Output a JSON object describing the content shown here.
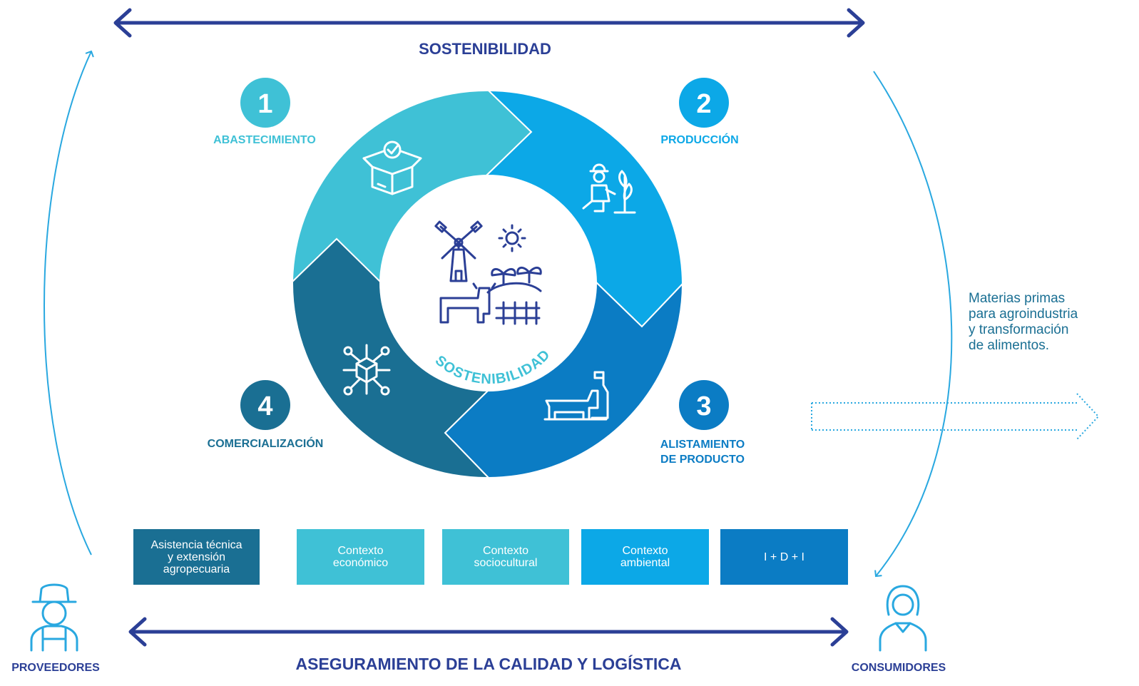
{
  "top_title": "SOSTENIBILIDAD",
  "bottom_title": "ASEGURAMIENTO DE LA CALIDAD Y LOGÍSTICA",
  "center_label": "SOSTENIBILIDAD",
  "stages": [
    {
      "number": "1",
      "label": "ABASTECIMIENTO",
      "color": "#3fc1d6",
      "icon": "box-check-icon"
    },
    {
      "number": "2",
      "label": "PRODUCCIÓN",
      "color": "#0ca8e7",
      "icon": "farmer-plant-icon"
    },
    {
      "number": "3",
      "label": "ALISTAMIENTO\nDE PRODUCTO",
      "color": "#0b7cc4",
      "icon": "cow-milk-icon"
    },
    {
      "number": "4",
      "label": "COMERCIALIZACIÓN",
      "color": "#1a6f93",
      "icon": "network-cube-icon"
    }
  ],
  "center_icon": "farm-windmill-icon",
  "actors": {
    "left": {
      "label": "PROVEEDORES",
      "icon": "farmer-icon"
    },
    "right": {
      "label": "CONSUMIDORES",
      "icon": "woman-icon"
    }
  },
  "output_note": "Materias primas\npara agroindustria\ny transformación\nde alimentos.",
  "support_boxes": [
    {
      "label": "Asistencia técnica\ny extensión\nagropecuaria",
      "color": "#1a6f93"
    },
    {
      "label": "Contexto\neconómico",
      "color": "#3fc1d6"
    },
    {
      "label": "Contexto\nsociocultural",
      "color": "#3fc1d6"
    },
    {
      "label": "Contexto\nambiental",
      "color": "#0ca8e7"
    },
    {
      "label": "I + D + I",
      "color": "#0b7cc4"
    }
  ],
  "colors": {
    "navy": "#2b3f96",
    "teal_light": "#3fc1d6",
    "sky": "#0ca8e7",
    "blue": "#0b7cc4",
    "teal_dark": "#1a6f93",
    "arc": "#29a8e0"
  }
}
